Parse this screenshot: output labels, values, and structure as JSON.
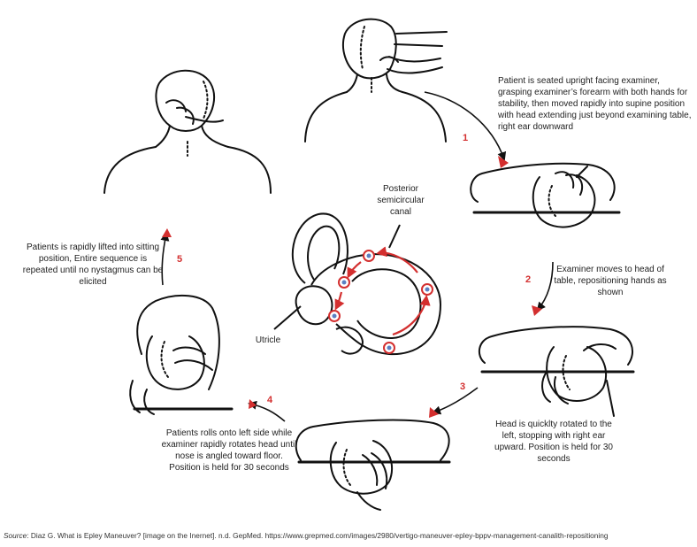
{
  "steps": [
    {
      "number": "1",
      "caption": "Patient is seated upright facing examiner, grasping examiner’s forearm with both hands for stability, then moved rapidly into supine position with head extending just beyond examining table, right ear downward"
    },
    {
      "number": "2",
      "caption": "Examiner moves to head of table, repositioning hands as shown"
    },
    {
      "number": "3",
      "caption": "Head is quicklty rotated to the left, stopping with right ear upward. Position is held for 30 seconds"
    },
    {
      "number": "4",
      "caption": "Patients rolls onto left side while examiner rapidly rotates head until nose is angled toward floor. Position is held for 30 seconds"
    },
    {
      "number": "5",
      "caption": "Patients is rapidly lifted into sitting position, Entire sequence is repeated until no nystagmus can be elicited"
    }
  ],
  "labels": {
    "posterior_canal": "Posterior semicircular canal",
    "utricle": "Utricle"
  },
  "source": {
    "prefix": "Source",
    "text": ": Diaz G. What is Epley Maneuver? [image on the Inernet]. n.d. GepMed. https://www.grepmed.com/images/2980/vertigo-maneuver-epley-bppv-management-canalith-repositioning"
  },
  "colors": {
    "accent": "#d32f2f",
    "line": "#111111",
    "otolith": "#5b7fc2"
  }
}
